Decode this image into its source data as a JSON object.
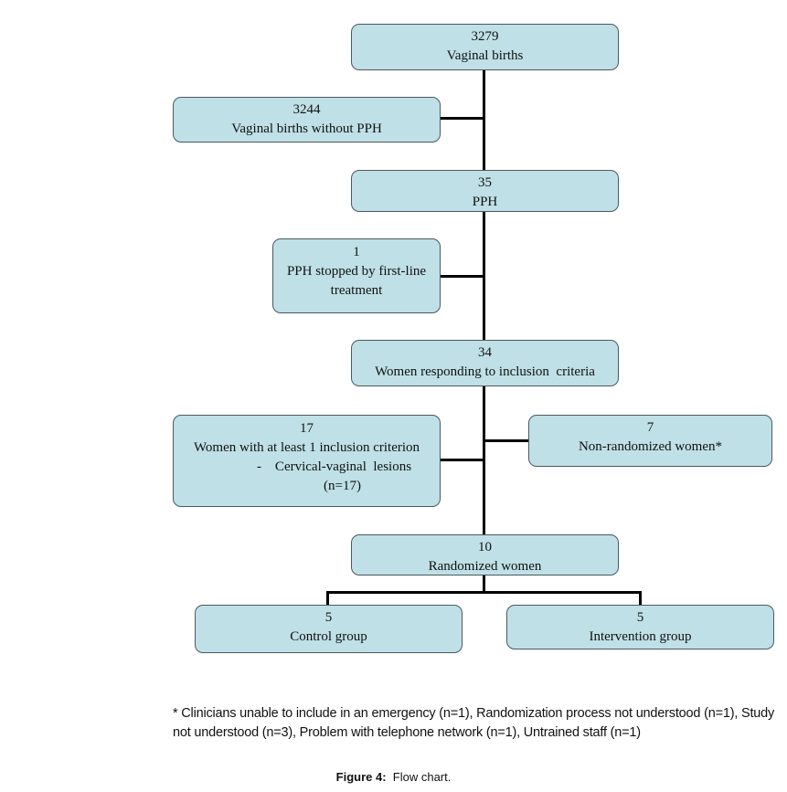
{
  "figure": {
    "caption_label": "Figure 4:",
    "caption_text": "Flow chart.",
    "footnote": "* Clinicians unable to include in an emergency (n=1), Randomization process not understood (n=1), Study not understood (n=3), Problem with telephone network (n=1), Untrained staff (n=1)"
  },
  "nodes": {
    "vaginal_births": {
      "count": "3279",
      "label": "Vaginal births"
    },
    "without_pph": {
      "count": "3244",
      "label": "Vaginal births without PPH"
    },
    "pph": {
      "count": "35",
      "label": "PPH"
    },
    "first_line": {
      "count": "1",
      "label_line1": "PPH stopped by first-line",
      "label_line2": "treatment"
    },
    "inclusion": {
      "count": "34",
      "label": "Women responding to inclusion  criteria"
    },
    "at_least_one": {
      "count": "17",
      "label": "Women with at least 1 inclusion criterion",
      "sub_item": "-    Cervical-vaginal  lesions",
      "sub_count": "(n=17)"
    },
    "non_randomized": {
      "count": "7",
      "label": "Non-randomized women*"
    },
    "randomized": {
      "count": "10",
      "label": "Randomized women"
    },
    "control": {
      "count": "5",
      "label": "Control group"
    },
    "intervention": {
      "count": "5",
      "label": "Intervention group"
    }
  },
  "colors": {
    "box_fill": "#bfe0e6",
    "box_border": "#4a5a5e",
    "connector": "#000000"
  }
}
